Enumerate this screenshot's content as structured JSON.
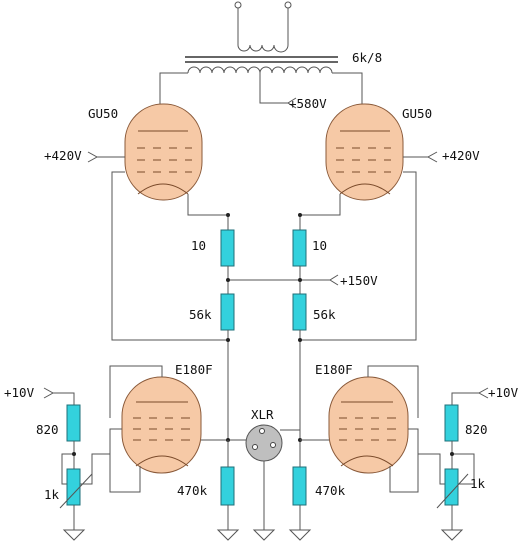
{
  "labels": {
    "transformer": "6k/8",
    "b_plus_580": "+580V",
    "tube_left_top": "GU50",
    "tube_right_top": "GU50",
    "screen_left": "+420V",
    "screen_right": "+420V",
    "r_cath_left": "10",
    "r_cath_right": "10",
    "b_plus_150": "+150V",
    "r_mid_left": "56k",
    "r_mid_right": "56k",
    "tube_left_bottom": "E180F",
    "tube_right_bottom": "E180F",
    "xlr": "XLR",
    "bias_left": "+10V",
    "bias_right": "+10V",
    "r_bias_left": "820",
    "r_bias_right": "820",
    "pot_left": "1k",
    "pot_right": "1k",
    "r_grid_left": "470k",
    "r_grid_right": "470k"
  },
  "colors": {
    "tube": "#f6c9a6",
    "resistor": "#33d1dd",
    "xlr": "#bfbfbf"
  }
}
